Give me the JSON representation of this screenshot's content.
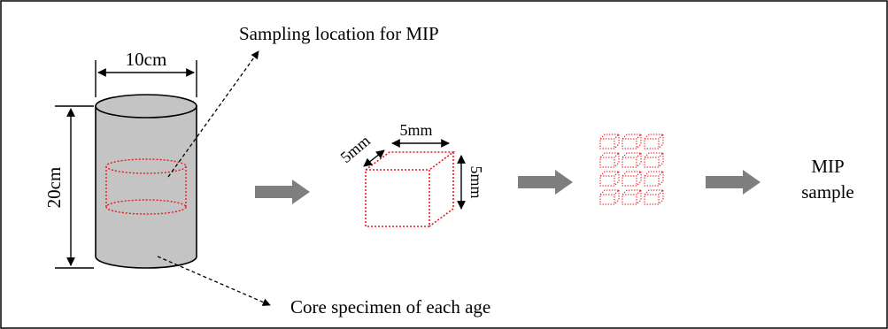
{
  "labels": {
    "sampling_location": "Sampling location for MIP",
    "core_specimen": "Core specimen of each age",
    "width": "10cm",
    "height": "20cm",
    "cube_top": "5mm",
    "cube_side_left": "5mm",
    "cube_side_right": "5mm",
    "mip_line1": "MIP",
    "mip_line2": "sample"
  },
  "colors": {
    "cylinder_fill": "#c4c4c4",
    "dotted_red": "#e8191c",
    "arrow_grey": "#7f7f7f",
    "frame": "#000000"
  }
}
